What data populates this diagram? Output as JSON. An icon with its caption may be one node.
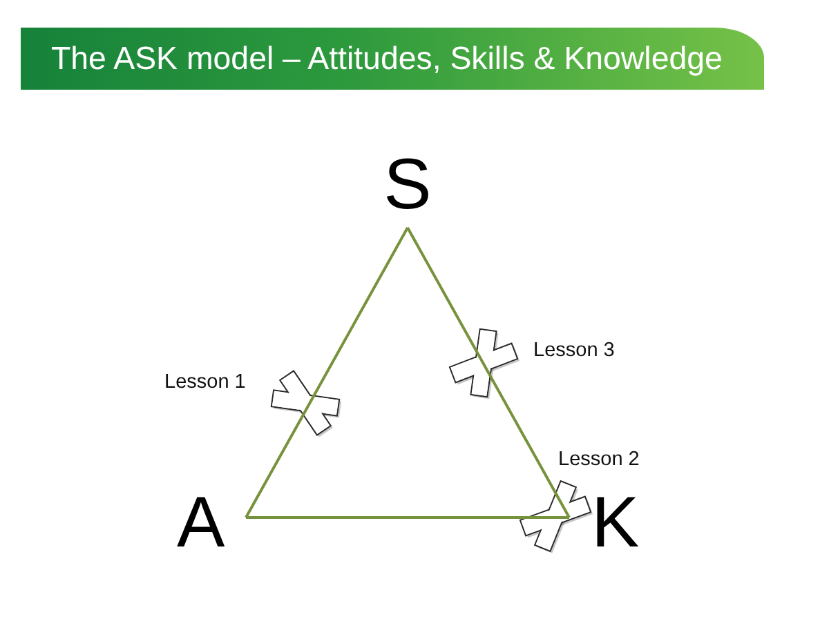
{
  "diagram": {
    "title": "The ASK model – Attitudes, Skills & Knowledge",
    "nodes": [
      {
        "text": [
          "S"
        ]
      },
      {
        "text": [
          "A"
        ]
      },
      {
        "text": [
          "K"
        ]
      }
    ],
    "edges": [
      {
        "from": 1,
        "to": 0,
        "arrow": "none"
      },
      {
        "from": 0,
        "to": 2,
        "arrow": "none"
      },
      {
        "from": 1,
        "to": 2,
        "arrow": "none"
      }
    ],
    "labels": [
      "Lesson 3",
      "Lesson 1",
      "Lesson 2"
    ]
  }
}
